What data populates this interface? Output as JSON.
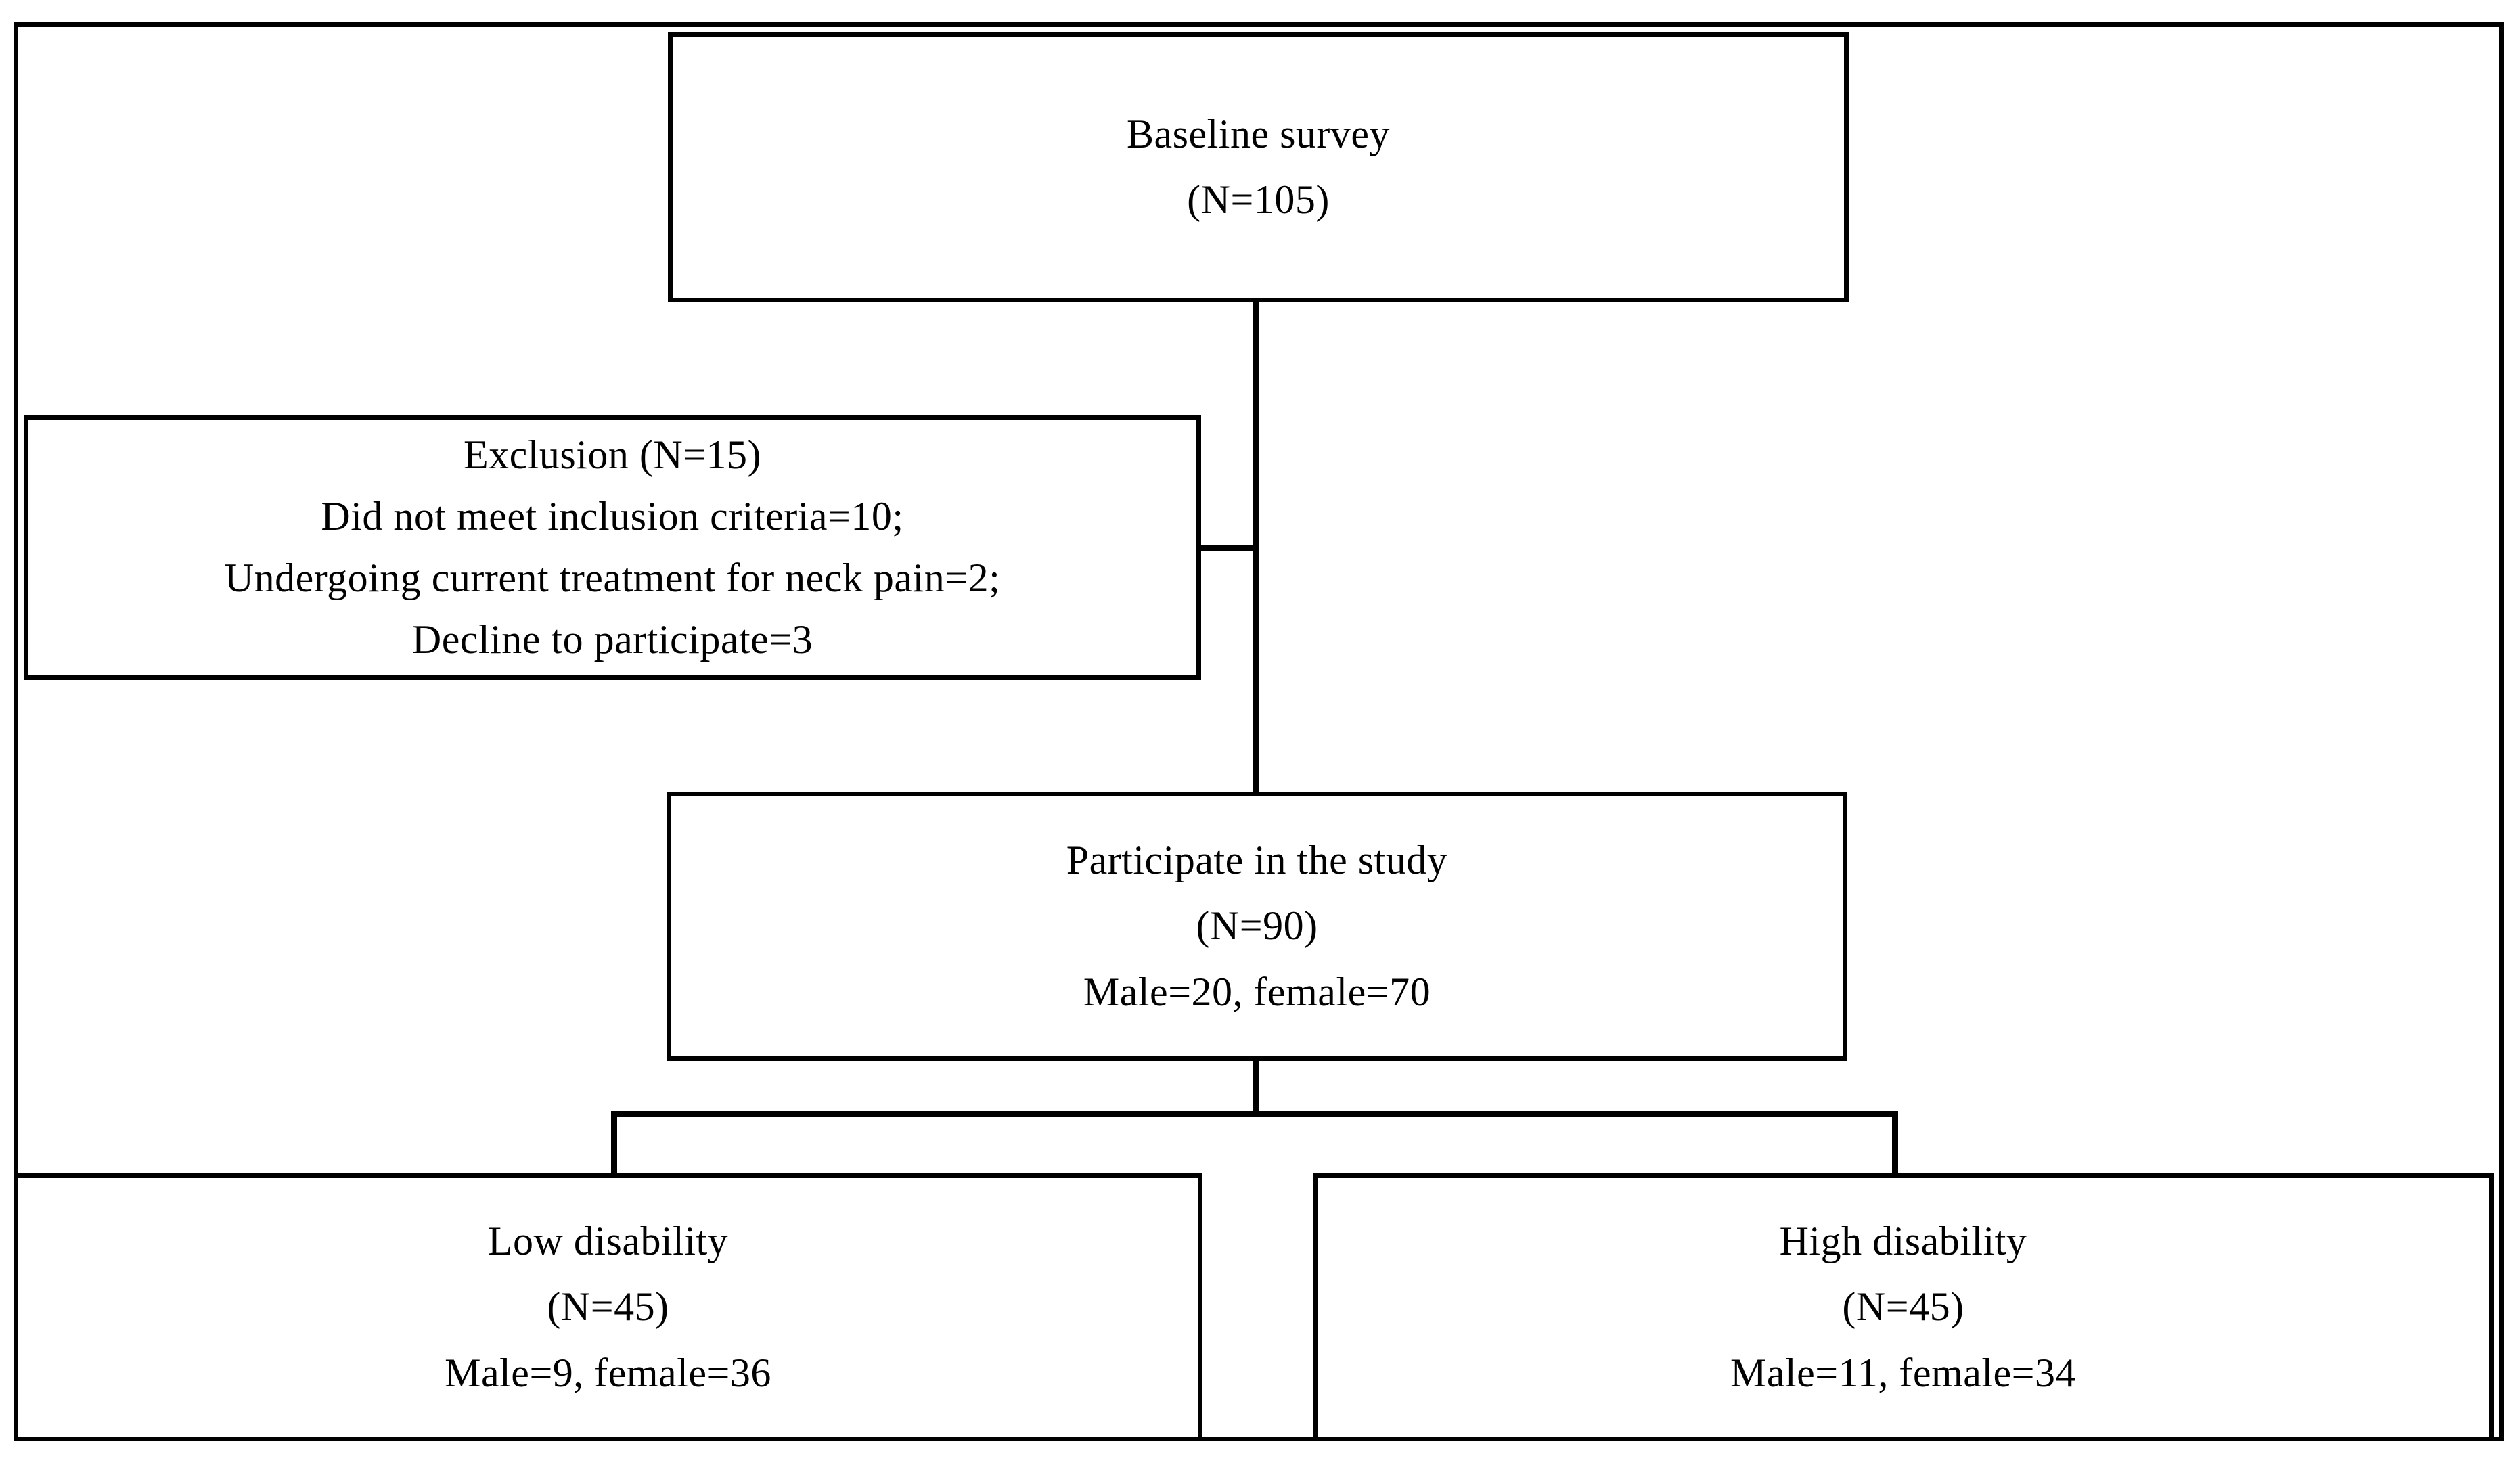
{
  "diagram": {
    "type": "study-flow-chart",
    "nodes": [
      {
        "id": "baseline",
        "name": "baseline-survey-box",
        "lines": [
          "Baseline survey",
          "(N=105)"
        ]
      },
      {
        "id": "exclusion",
        "name": "exclusion-box",
        "lines": [
          "Exclusion (N=15)",
          "Did not meet inclusion criteria=10;",
          "Undergoing current treatment for neck pain=2;",
          "Decline to participate=3"
        ]
      },
      {
        "id": "participate",
        "name": "participate-box",
        "lines": [
          "Participate in the study",
          "(N=90)",
          "Male=20, female=70"
        ]
      },
      {
        "id": "low_disability",
        "name": "low-disability-box",
        "lines": [
          "Low disability",
          "(N=45)",
          "Male=9, female=36"
        ]
      },
      {
        "id": "high_disability",
        "name": "high-disability-box",
        "lines": [
          "High disability",
          "(N=45)",
          "Male=11, female=34"
        ]
      }
    ],
    "counts": {
      "baseline_total": 105,
      "excluded_total": 15,
      "excluded_did_not_meet_inclusion": 10,
      "excluded_undergoing_treatment": 2,
      "excluded_declined": 3,
      "participants_total": 90,
      "participants_male": 20,
      "participants_female": 70,
      "low_disability_total": 45,
      "low_disability_male": 9,
      "low_disability_female": 36,
      "high_disability_total": 45,
      "high_disability_male": 11,
      "high_disability_female": 34
    },
    "colors": {
      "stroke": "#000000",
      "fill": "#ffffff",
      "text": "#000000"
    }
  }
}
